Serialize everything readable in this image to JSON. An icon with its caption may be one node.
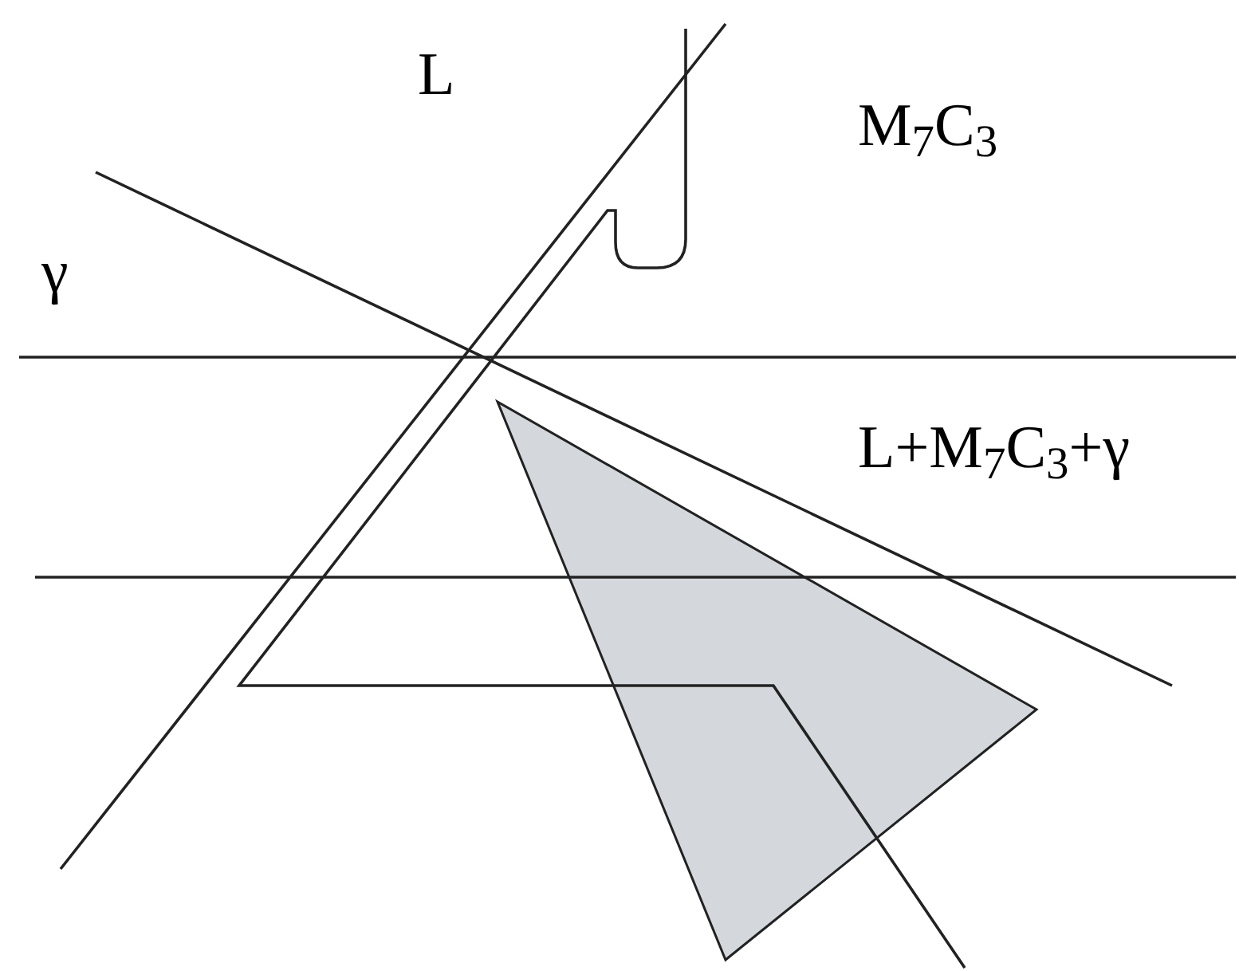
{
  "diagram": {
    "labels": [
      "L",
      "M$_{7}$C$_{3}$",
      "γ",
      "L+M$_{7}$C$_{3}$+γ"
    ]
  }
}
